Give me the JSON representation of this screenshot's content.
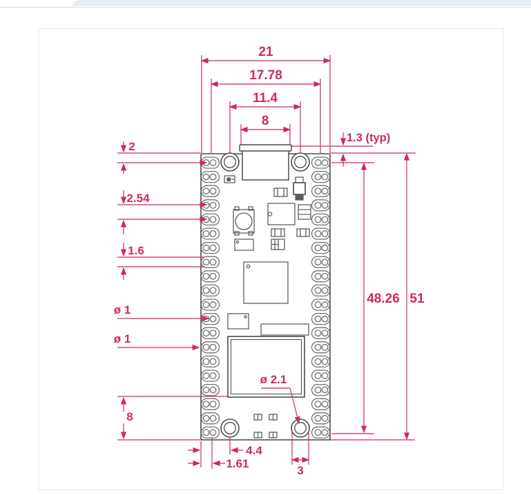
{
  "page": {
    "background": "#ffffff",
    "browser_strip_color": "#e9edf8",
    "card_border_color": "#ececee"
  },
  "drawing": {
    "accent_color": "#ce2b56",
    "outline_color": "#4a4b4d",
    "dims": {
      "overall_width": "21",
      "pin_span_width": "17.78",
      "hole_span_width": "11.4",
      "usb_width": "8",
      "usb_overhang": "1.3 (typ)",
      "edge_to_first_pin": "2",
      "pin_pitch": "2.54",
      "pad_height": "1.6",
      "pin_hole_diameter": "ø 1",
      "castellation_diameter": "ø 1",
      "bottom_section_height": "8",
      "pin_span_height": "48.26",
      "overall_height": "51",
      "hole_center_offset": "4.4",
      "edge_to_pin_center": "1.61",
      "hole_pad_width": "3",
      "mounting_hole_diameter": "ø 2.1"
    }
  }
}
